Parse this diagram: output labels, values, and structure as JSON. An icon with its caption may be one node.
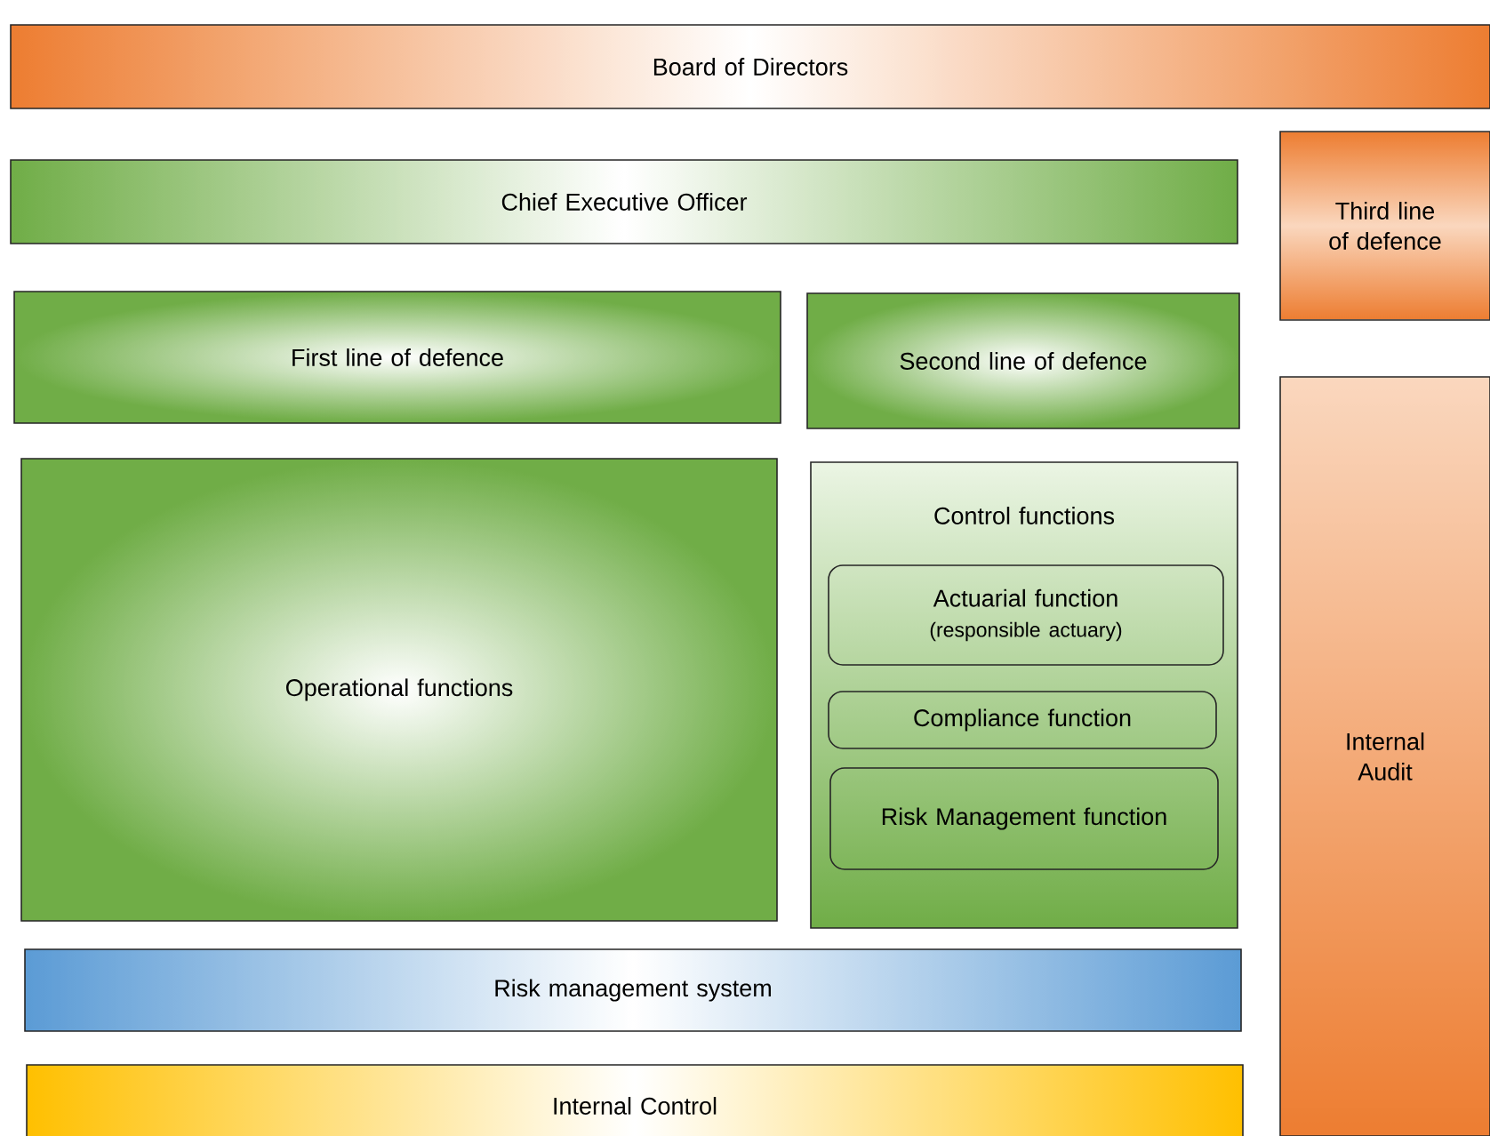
{
  "diagram": {
    "nodes": [
      {
        "text": [
          "Board of Directors"
        ]
      },
      {
        "text": [
          "Chief Executive Officer"
        ]
      },
      {
        "text": [
          "Third line of defence"
        ]
      },
      {
        "text": [
          "First line of defence"
        ]
      },
      {
        "text": [
          "Second line of defence"
        ]
      },
      {
        "text": [
          "Internal Audit"
        ]
      },
      {
        "text": [
          "Operational functions"
        ]
      },
      {
        "text": [
          "Control functions"
        ]
      },
      {
        "text": [
          "Actuarial function",
          "(responsible actuary)"
        ],
        "in": 7
      },
      {
        "text": [
          "Compliance function"
        ],
        "in": 7
      },
      {
        "text": [
          "Risk Management function"
        ],
        "in": 7
      },
      {
        "text": [
          "Risk management system"
        ]
      },
      {
        "text": [
          "Internal Control"
        ]
      }
    ]
  }
}
